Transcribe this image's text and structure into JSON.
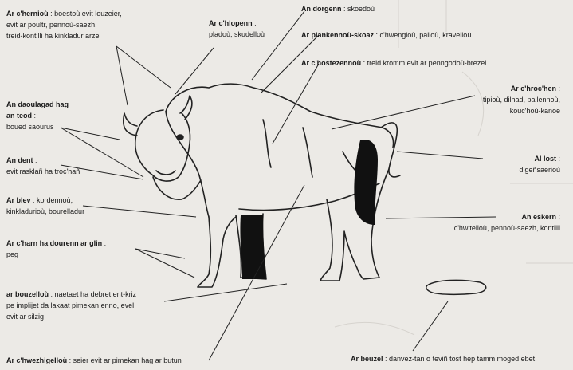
{
  "labels": {
    "horns": {
      "term": "Ar c'hernioù",
      "sep": " : ",
      "desc": [
        "boestoù evit louzeier,",
        "evit ar poultr, pennoù-saezh,",
        "treid-kontilli ha kinkladur arzel"
      ]
    },
    "hooves": {
      "term": "Ar c'hlopenn",
      "sep": " :",
      "desc": [
        "pladoù, skudelloù"
      ]
    },
    "sinews": {
      "term": "An dorgenn",
      "sep": " : ",
      "desc": [
        "skoedoù"
      ]
    },
    "ribs": {
      "term": "Ar plankennoù-skoaz",
      "sep": " : ",
      "desc": [
        "c'hwengloù, palioù, kravelloù"
      ]
    },
    "spine": {
      "term": "Ar c'hostezennoù",
      "sep": " : ",
      "desc": [
        "treid kromm evit ar penngodoù-brezel"
      ]
    },
    "eyes": {
      "term": [
        "An daoulagad hag",
        "an teod"
      ],
      "sep": " :",
      "desc": [
        "boued saourus"
      ]
    },
    "teeth": {
      "term": "An dent",
      "sep": " :",
      "desc": [
        "evit rasklañ ha troc'hañ"
      ]
    },
    "hair": {
      "term": "Ar blev",
      "sep": " : ",
      "desc": [
        "kordennoù,",
        "kinkladurioù, bourelladur"
      ]
    },
    "knee": {
      "term": "Ar c'harn ha dourenn ar glin",
      "sep": " :",
      "desc": [
        "peg"
      ]
    },
    "bowels": {
      "term": "ar bouzelloù",
      "sep": " : ",
      "desc": [
        "naetaet ha debret ent-kriz",
        "pe implijet da lakaat pimekan enno, evel",
        "evit ar silzig"
      ]
    },
    "tendons": {
      "term": "Ar c'hwezhigelloù",
      "sep": " : ",
      "desc": [
        "seier evit ar pimekan hag ar butun"
      ]
    },
    "hide": {
      "term": "Ar c'hroc'hen",
      "sep": " :",
      "desc": [
        "tipioù, dilhad, pallennoù,",
        "kouc'hoù-kanoe"
      ]
    },
    "tail": {
      "term": "Al lost",
      "sep": " :",
      "desc": [
        "digeñsaerioù"
      ]
    },
    "bones": {
      "term": "An eskern",
      "sep": " :",
      "desc": [
        "c'hwitelloù, pennoù-saezh, kontilli"
      ]
    },
    "dung": {
      "term": "Ar beuzel",
      "sep": " : ",
      "desc": [
        "danvez-tan o teviñ tost hep tamm moged ebet"
      ]
    }
  }
}
